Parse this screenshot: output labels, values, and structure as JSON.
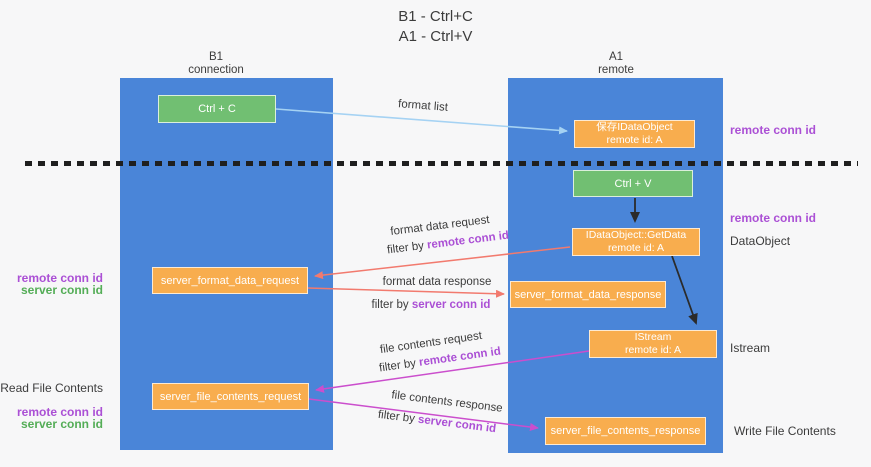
{
  "colors": {
    "background": "#f7f7f8",
    "column_blue": "#4a85d8",
    "box_orange": "#f8ad4e",
    "box_green": "#71bf72",
    "text_purple": "#ab50d5",
    "text_green": "#54ad57",
    "arrow_lightblue": "#a5d2f3",
    "arrow_red": "#f27a6e",
    "arrow_magenta": "#cb4ecd",
    "arrow_black": "#2b2b2b",
    "text_dark": "#3c3c3c",
    "dash_color": "#1f1f1f"
  },
  "title": {
    "line1": "B1 - Ctrl+C",
    "line2": "A1 - Ctrl+V"
  },
  "columns": {
    "left": {
      "name": "B1",
      "subtitle": "connection"
    },
    "right": {
      "name": "A1",
      "subtitle": "remote"
    }
  },
  "boxes": {
    "ctrl_c": "Ctrl + C",
    "save_idataobject": {
      "line1": "保存IDataObject",
      "line2": "remote id: A"
    },
    "ctrl_v": "Ctrl + V",
    "getdata": {
      "line1": "IDataObject::GetData",
      "line2": "remote id: A"
    },
    "format_request": "server_format_data_request",
    "format_response": "server_format_data_response",
    "istream": {
      "line1": "IStream",
      "line2": "remote id: A"
    },
    "file_request": "server_file_contents_request",
    "file_response": "server_file_contents_response"
  },
  "labels": {
    "remote_conn_id": "remote conn id",
    "server_conn_id": "server conn id",
    "filter_by": "filter by",
    "format_list": "format list",
    "format_data_request": "format data request",
    "format_data_response": "format data response",
    "file_contents_request": "file contents request",
    "file_contents_response": "file contents response",
    "dataobject": "DataObject",
    "istream": "Istream",
    "read_file_contents": "Read File Contents",
    "write_file_contents": "Write File Contents"
  }
}
